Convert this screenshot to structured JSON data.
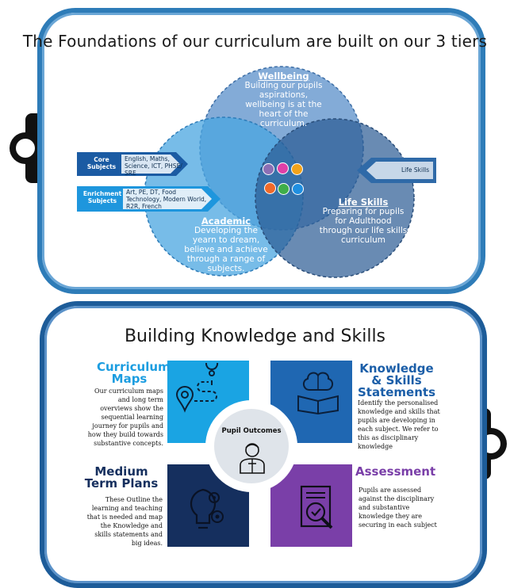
{
  "top_panel": {
    "title": "The Foundations of our  curriculum are built on our 3 tiers",
    "wellbeing": {
      "heading": "Wellbeing",
      "text": "Building our pupils aspirations, wellbeing is at the heart of the curriculum."
    },
    "academic": {
      "heading": "Academic",
      "text": "Developing the yearn to dream, believe and achieve through a range of subjects."
    },
    "life_skills": {
      "heading": "Life Skills",
      "text": "Preparing for pupils for Adulthood through our life skills curriculum"
    },
    "core_subjects": {
      "label": "Core Subjects",
      "text": "English, Maths, Science, ICT, PHSE/ SRE"
    },
    "enrichment_subjects": {
      "label": "Enrichment Subjects",
      "text": "Art, PE, DT, Food Technology, Modern World, R2R, French"
    },
    "life_skills_arrow": {
      "label": "Life Skills"
    }
  },
  "bottom_panel": {
    "title": "Building Knowledge and Skills",
    "center": {
      "label": "Pupil Outcomes"
    },
    "curriculum_maps": {
      "heading": "Curriculum Maps",
      "text": "Our curriculum maps and long term overviews show the sequential learning journey for pupils  and how they build towards substantive concepts."
    },
    "knowledge_skills": {
      "heading": "Knowledge & Skills Statements",
      "text": "Identify the personalised knowledge and skills that pupils  are developing in each subject. We refer to this as disciplinary knowledge"
    },
    "medium_term": {
      "heading": "Medium Term Plans",
      "text": "These Outline the learning and teaching that is needed and map the Knowledge and skills statements  and big ideas."
    },
    "assessment": {
      "heading": "Assessment",
      "text": "Pupils are assessed against the disciplinary and substantive knowledge they are securing in each subject"
    }
  },
  "colors": {
    "panel1_border": "#2e7cb8",
    "panel2_border": "#1d5c99",
    "tile_maps": "#1aa4e3",
    "tile_knowledge": "#1f67b2",
    "tile_medium": "#152f5e",
    "tile_assessment": "#7a3fa8"
  },
  "icons": [
    "bag-handle-icon",
    "route-map-icon",
    "brain-book-icon",
    "lightbulb-gear-icon",
    "document-check-icon",
    "pupil-avatar-icon"
  ]
}
